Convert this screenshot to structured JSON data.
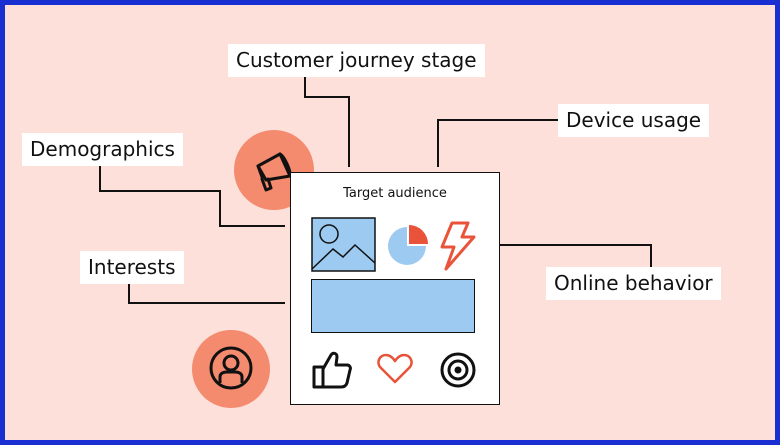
{
  "labels": {
    "journey": "Customer journey stage",
    "device": "Device usage",
    "demographics": "Demographics",
    "interests": "Interests",
    "online": "Online behavior"
  },
  "card": {
    "title": "Target audience"
  },
  "icons": {
    "megaphone": "megaphone-icon",
    "user": "user-icon",
    "image": "image-icon",
    "pie": "pie-chart-icon",
    "lightning": "lightning-icon",
    "thumbs_up": "thumbs-up-icon",
    "heart": "heart-icon",
    "target": "target-icon"
  },
  "colors": {
    "frame": "#1a2fd1",
    "background": "#fde0da",
    "accent": "#f48a6e",
    "blue": "#9ccaf0",
    "red": "#e8533a"
  }
}
